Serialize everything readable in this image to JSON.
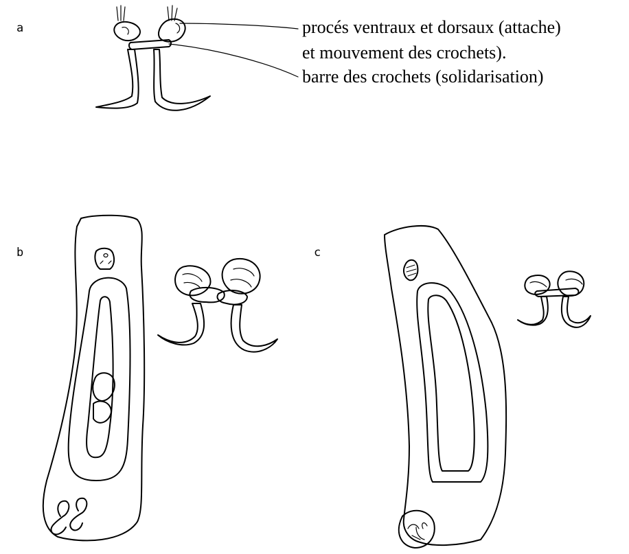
{
  "panels": {
    "a": {
      "letter": "a"
    },
    "b": {
      "letter": "b"
    },
    "c": {
      "letter": "c"
    }
  },
  "annotations": {
    "line1": "procés ventraux et dorsaux (attache)",
    "line2": "et mouvement des crochets).",
    "line3": "barre des crochets (solidarisation)"
  },
  "colors": {
    "ink": "#000000",
    "paper": "#ffffff"
  }
}
